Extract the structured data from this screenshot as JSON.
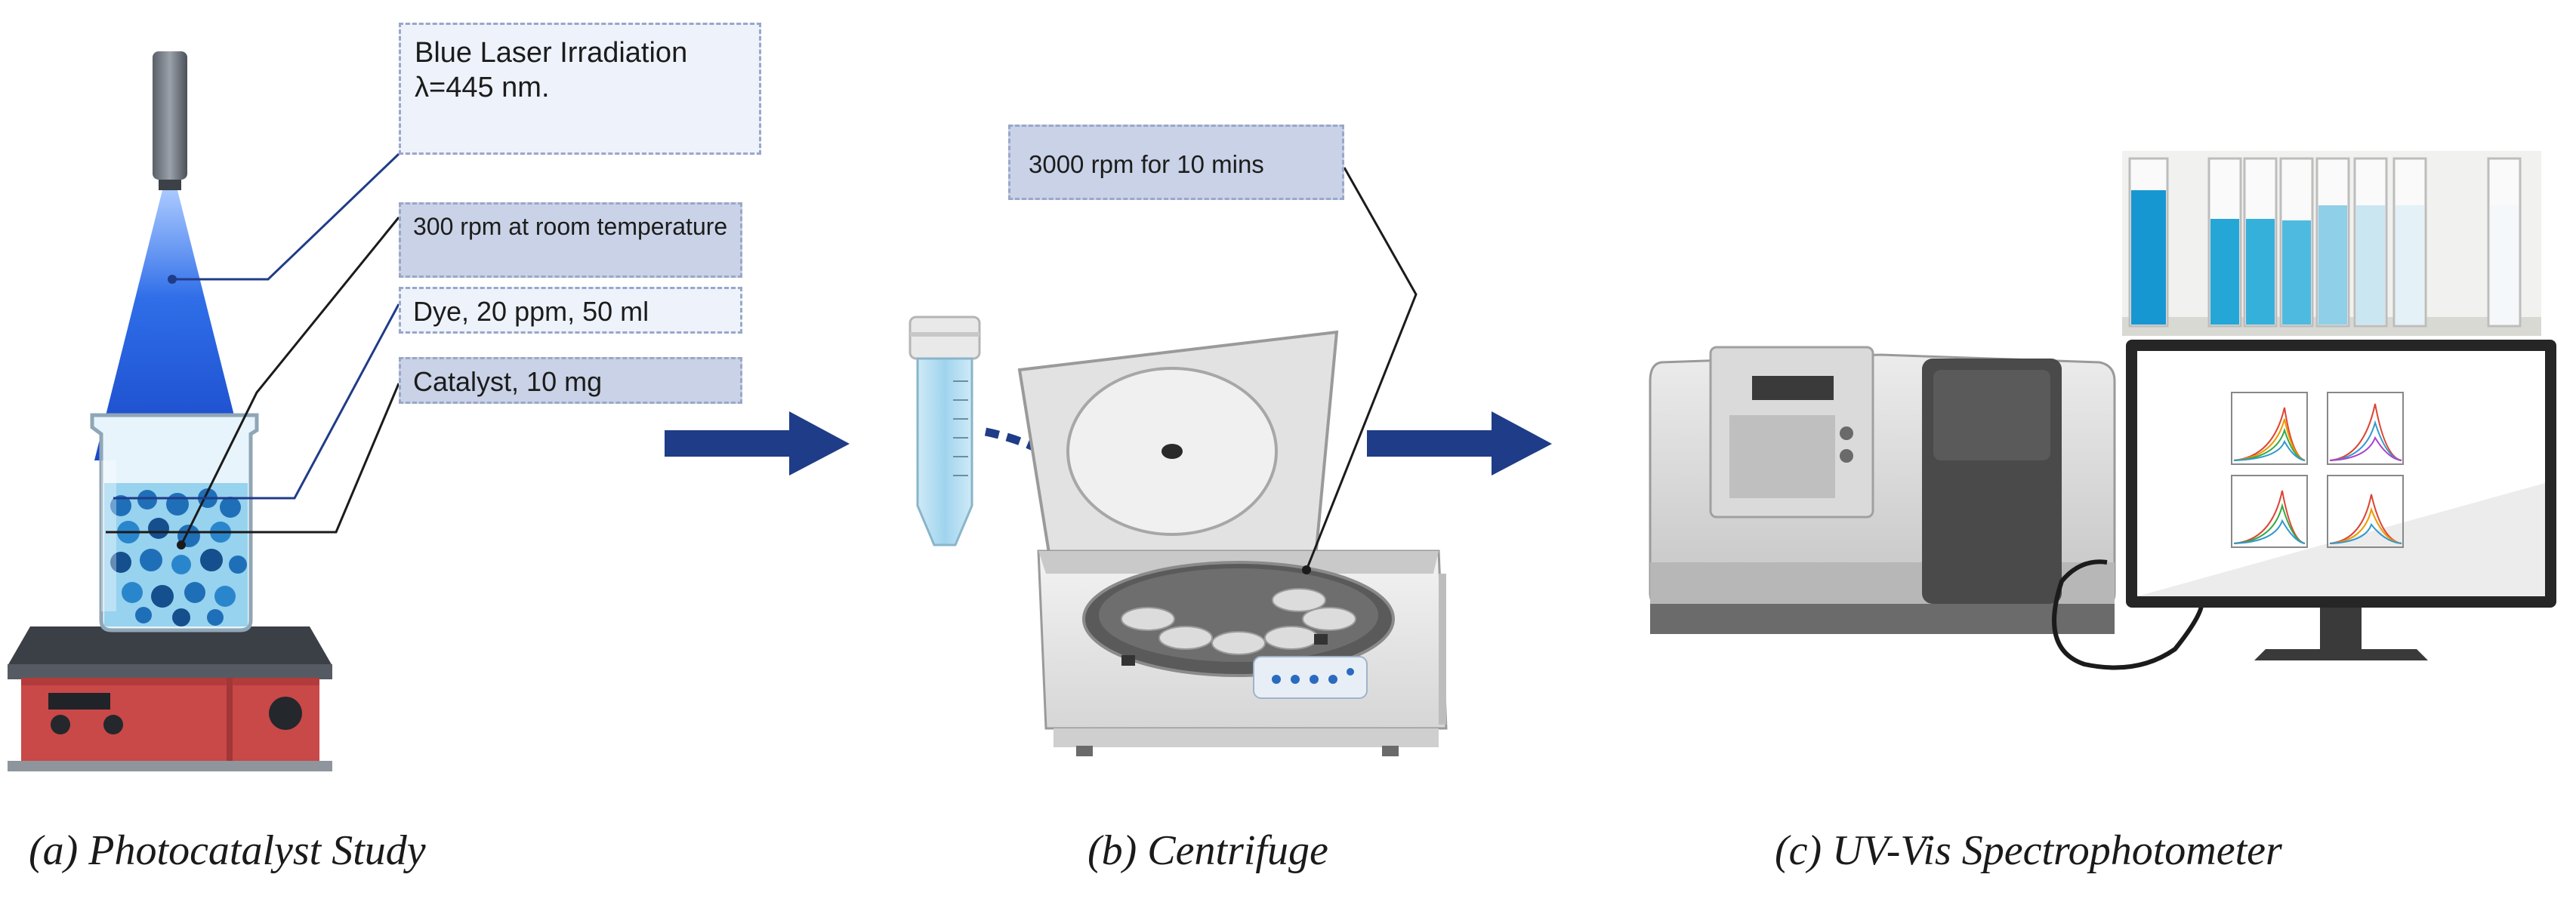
{
  "labels": {
    "laser": "Blue Laser Irradiation\nλ=445 nm.",
    "stir": "300 rpm at room temperature",
    "dye": "Dye, 20 ppm, 50 ml",
    "catalyst": "Catalyst, 10 mg",
    "centrifuge_setting": "3000 rpm for 10 mins"
  },
  "captions": {
    "a": "(a) Photocatalyst Study",
    "b": "(b) Centrifuge",
    "c": "(c) UV-Vis Spectrophotometer"
  },
  "colors": {
    "flow_arrow": "#1f3c88",
    "laser_beam": "#1f5fe0",
    "hotplate": "#cc4a4a",
    "label_light": "#eef2fa",
    "label_mid": "#c9d2e6",
    "dye_solution": "#2b9fd8"
  },
  "icons": [
    "laser-pointer-icon",
    "beaker-icon",
    "hotplate-stirrer-icon",
    "falcon-tube-icon",
    "centrifuge-icon",
    "cuvette-photo-icon",
    "spectrophotometer-icon",
    "monitor-icon"
  ]
}
